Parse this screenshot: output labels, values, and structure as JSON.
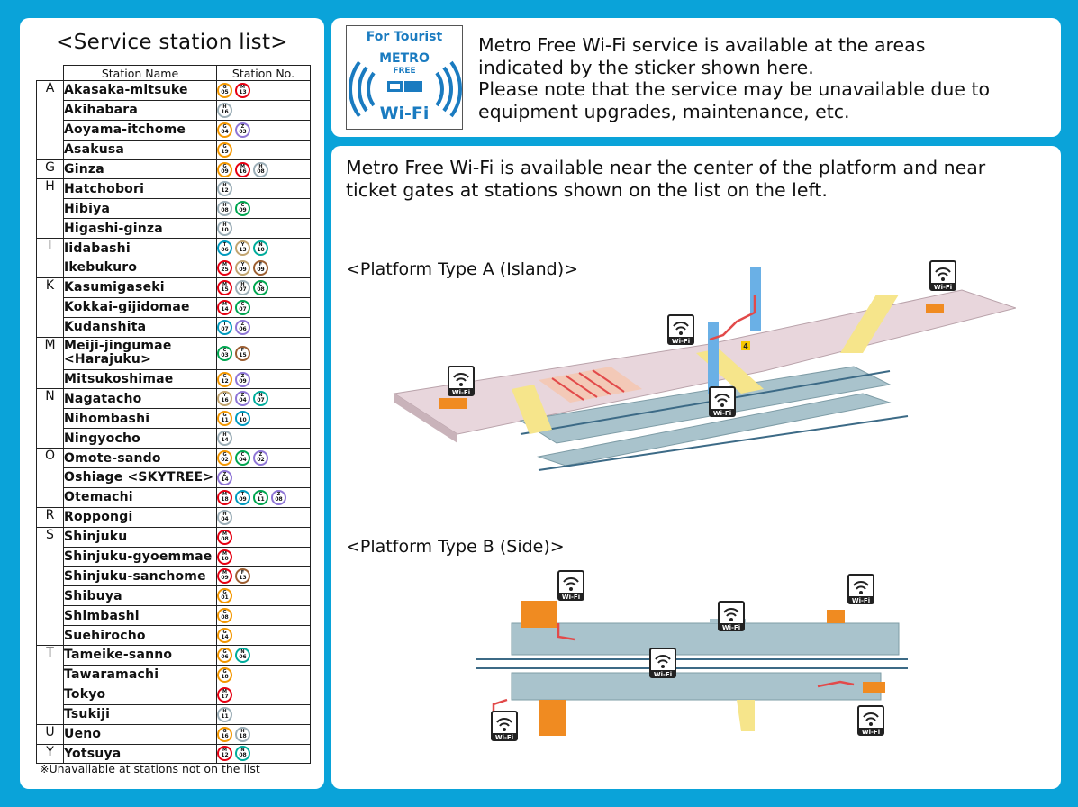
{
  "list": {
    "title": "<Service station list>",
    "col_name": "Station Name",
    "col_no": "Station No.",
    "note": "※Unavailable at stations not on the list",
    "rows": [
      {
        "letter": "A",
        "name": "Akasaka-mitsuke",
        "badges": [
          [
            "G",
            "05",
            "#f39700"
          ],
          [
            "M",
            "13",
            "#e60012"
          ]
        ]
      },
      {
        "letter": "",
        "name": "Akihabara",
        "badges": [
          [
            "H",
            "16",
            "#9caeb7"
          ]
        ]
      },
      {
        "letter": "",
        "name": "Aoyama-itchome",
        "badges": [
          [
            "G",
            "04",
            "#f39700"
          ],
          [
            "Z",
            "03",
            "#8f76d6"
          ]
        ]
      },
      {
        "letter": "",
        "name": "Asakusa",
        "badges": [
          [
            "G",
            "19",
            "#f39700"
          ]
        ]
      },
      {
        "letter": "G",
        "name": "Ginza",
        "badges": [
          [
            "G",
            "09",
            "#f39700"
          ],
          [
            "M",
            "16",
            "#e60012"
          ],
          [
            "H",
            "08",
            "#9caeb7"
          ]
        ]
      },
      {
        "letter": "H",
        "name": "Hatchobori",
        "badges": [
          [
            "H",
            "12",
            "#9caeb7"
          ]
        ]
      },
      {
        "letter": "",
        "name": "Hibiya",
        "badges": [
          [
            "H",
            "08",
            "#9caeb7"
          ],
          [
            "C",
            "09",
            "#00a650"
          ]
        ]
      },
      {
        "letter": "",
        "name": "Higashi-ginza",
        "badges": [
          [
            "H",
            "10",
            "#9caeb7"
          ]
        ]
      },
      {
        "letter": "I",
        "name": "Iidabashi",
        "badges": [
          [
            "T",
            "06",
            "#009bbf"
          ],
          [
            "Y",
            "13",
            "#c1a470"
          ],
          [
            "N",
            "10",
            "#00ac9b"
          ]
        ]
      },
      {
        "letter": "",
        "name": "Ikebukuro",
        "badges": [
          [
            "M",
            "25",
            "#e60012"
          ],
          [
            "Y",
            "09",
            "#c1a470"
          ],
          [
            "F",
            "09",
            "#9c5e31"
          ]
        ]
      },
      {
        "letter": "K",
        "name": "Kasumigaseki",
        "badges": [
          [
            "M",
            "15",
            "#e60012"
          ],
          [
            "H",
            "07",
            "#9caeb7"
          ],
          [
            "C",
            "08",
            "#00a650"
          ]
        ]
      },
      {
        "letter": "",
        "name": "Kokkai-gijidomae",
        "badges": [
          [
            "M",
            "14",
            "#e60012"
          ],
          [
            "C",
            "07",
            "#00a650"
          ]
        ]
      },
      {
        "letter": "",
        "name": "Kudanshita",
        "badges": [
          [
            "T",
            "07",
            "#009bbf"
          ],
          [
            "Z",
            "06",
            "#8f76d6"
          ]
        ]
      },
      {
        "letter": "M",
        "name": "Meiji-jingumae",
        "name2": "<Harajuku>",
        "badges": [
          [
            "C",
            "03",
            "#00a650"
          ],
          [
            "F",
            "15",
            "#9c5e31"
          ]
        ]
      },
      {
        "letter": "",
        "name": "Mitsukoshimae",
        "badges": [
          [
            "G",
            "12",
            "#f39700"
          ],
          [
            "Z",
            "09",
            "#8f76d6"
          ]
        ]
      },
      {
        "letter": "N",
        "name": "Nagatacho",
        "badges": [
          [
            "Y",
            "16",
            "#c1a470"
          ],
          [
            "Z",
            "04",
            "#8f76d6"
          ],
          [
            "N",
            "07",
            "#00ac9b"
          ]
        ]
      },
      {
        "letter": "",
        "name": "Nihombashi",
        "badges": [
          [
            "G",
            "11",
            "#f39700"
          ],
          [
            "T",
            "10",
            "#009bbf"
          ]
        ]
      },
      {
        "letter": "",
        "name": "Ningyocho",
        "badges": [
          [
            "H",
            "14",
            "#9caeb7"
          ]
        ]
      },
      {
        "letter": "O",
        "name": "Omote-sando",
        "badges": [
          [
            "G",
            "02",
            "#f39700"
          ],
          [
            "C",
            "04",
            "#00a650"
          ],
          [
            "Z",
            "02",
            "#8f76d6"
          ]
        ]
      },
      {
        "letter": "",
        "name": "Oshiage <SKYTREE>",
        "badges": [
          [
            "Z",
            "14",
            "#8f76d6"
          ]
        ]
      },
      {
        "letter": "",
        "name": "Otemachi",
        "badges": [
          [
            "M",
            "18",
            "#e60012"
          ],
          [
            "T",
            "09",
            "#009bbf"
          ],
          [
            "C",
            "11",
            "#00a650"
          ],
          [
            "Z",
            "08",
            "#8f76d6"
          ]
        ]
      },
      {
        "letter": "R",
        "name": "Roppongi",
        "badges": [
          [
            "H",
            "04",
            "#9caeb7"
          ]
        ]
      },
      {
        "letter": "S",
        "name": "Shinjuku",
        "badges": [
          [
            "M",
            "08",
            "#e60012"
          ]
        ]
      },
      {
        "letter": "",
        "name": "Shinjuku-gyoemmae",
        "badges": [
          [
            "M",
            "10",
            "#e60012"
          ]
        ]
      },
      {
        "letter": "",
        "name": "Shinjuku-sanchome",
        "badges": [
          [
            "M",
            "09",
            "#e60012"
          ],
          [
            "F",
            "13",
            "#9c5e31"
          ]
        ]
      },
      {
        "letter": "",
        "name": "Shibuya",
        "badges": [
          [
            "G",
            "01",
            "#f39700"
          ]
        ]
      },
      {
        "letter": "",
        "name": "Shimbashi",
        "badges": [
          [
            "G",
            "08",
            "#f39700"
          ]
        ]
      },
      {
        "letter": "",
        "name": "Suehirocho",
        "badges": [
          [
            "G",
            "14",
            "#f39700"
          ]
        ]
      },
      {
        "letter": "T",
        "name": "Tameike-sanno",
        "badges": [
          [
            "G",
            "06",
            "#f39700"
          ],
          [
            "N",
            "06",
            "#00ac9b"
          ]
        ]
      },
      {
        "letter": "",
        "name": "Tawaramachi",
        "badges": [
          [
            "G",
            "18",
            "#f39700"
          ]
        ]
      },
      {
        "letter": "",
        "name": "Tokyo",
        "badges": [
          [
            "M",
            "17",
            "#e60012"
          ]
        ]
      },
      {
        "letter": "",
        "name": "Tsukiji",
        "badges": [
          [
            "H",
            "11",
            "#9caeb7"
          ]
        ]
      },
      {
        "letter": "U",
        "name": "Ueno",
        "badges": [
          [
            "G",
            "16",
            "#f39700"
          ],
          [
            "H",
            "18",
            "#9caeb7"
          ]
        ]
      },
      {
        "letter": "Y",
        "name": "Yotsuya",
        "badges": [
          [
            "M",
            "12",
            "#e60012"
          ],
          [
            "N",
            "08",
            "#00ac9b"
          ]
        ]
      }
    ]
  },
  "sticker": {
    "for_tourist": "For Tourist",
    "metro": "METRO",
    "free": "FREE",
    "wifi": "Wi-Fi"
  },
  "top_text": [
    "Metro Free Wi-Fi service is available at the areas",
    "indicated by the sticker shown here.",
    "Please note that the service may be unavailable due to",
    "equipment upgrades, maintenance, etc."
  ],
  "main_text": [
    "Metro Free Wi-Fi is available near the center of the platform and near",
    "ticket gates at stations shown on the list on the left."
  ],
  "platform_a": {
    "title": "<Platform Type A (Island)>"
  },
  "platform_b": {
    "title": "<Platform Type B (Side)>"
  },
  "wifi_label": "Wi-Fi",
  "marker_number": "4",
  "colors": {
    "background": "#0aa3d9",
    "wifi_blue": "#1a7bc0"
  }
}
